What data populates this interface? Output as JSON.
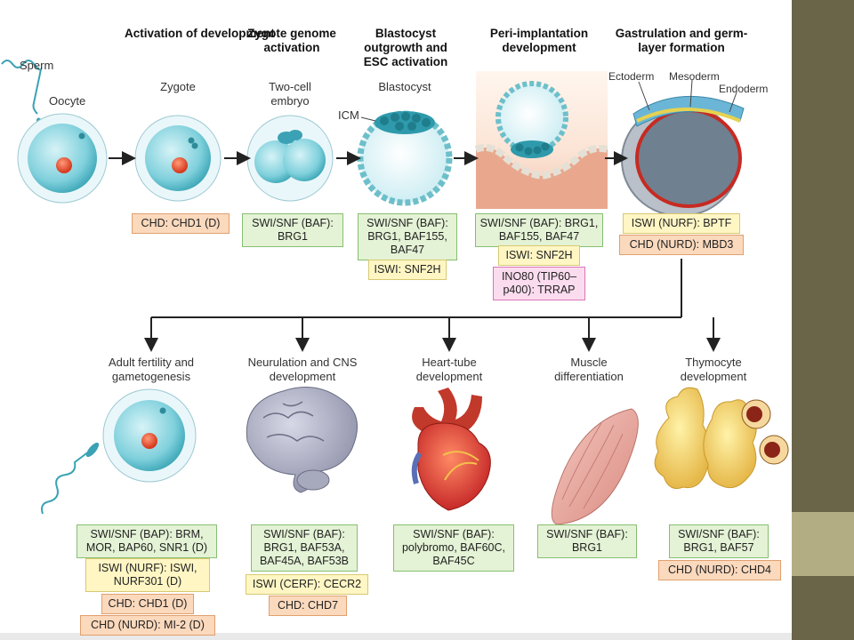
{
  "stages": [
    {
      "title": "Activation of development",
      "label": "Zygote"
    },
    {
      "title": "Zygote genome activation",
      "label": "Two-cell embryo"
    },
    {
      "title": "Blastocyst outgrowth and ESC activation",
      "label": "Blastocyst",
      "sub_label": "ICM"
    },
    {
      "title": "Peri-implantation development"
    },
    {
      "title": "Gastrulation and germ-layer formation",
      "layers": [
        "Ectoderm",
        "Mesoderm",
        "Endoderm"
      ]
    }
  ],
  "start_labels": {
    "sperm": "Sperm",
    "oocyte": "Oocyte"
  },
  "top_boxes": {
    "zygote": [
      "CHD: CHD1 (D)"
    ],
    "two_cell": [
      "SWI/SNF (BAF): BRG1"
    ],
    "blastocyst": [
      "SWI/SNF (BAF): BRG1, BAF155, BAF47",
      "ISWI: SNF2H"
    ],
    "peri": [
      "SWI/SNF (BAF): BRG1, BAF155, BAF47",
      "ISWI: SNF2H",
      "INO80 (TIP60–p400): TRRAP"
    ],
    "gastrulation": [
      "ISWI (NURF): BPTF",
      "CHD (NURD): MBD3"
    ]
  },
  "branches": [
    {
      "title": "Adult fertility and gametogenesis",
      "boxes": [
        "SWI/SNF (BAP): BRM, MOR, BAP60, SNR1 (D)",
        "ISWI (NURF): ISWI, NURF301 (D)",
        "CHD: CHD1 (D)",
        "CHD (NURD): MI-2 (D)"
      ]
    },
    {
      "title": "Neurulation and CNS development",
      "boxes": [
        "SWI/SNF (BAF): BRG1, BAF53A, BAF45A, BAF53B",
        "ISWI (CERF): CECR2",
        "CHD: CHD7"
      ]
    },
    {
      "title": "Heart-tube development",
      "boxes": [
        "SWI/SNF (BAF): polybromo, BAF60C, BAF45C"
      ]
    },
    {
      "title": "Muscle differentiation",
      "boxes": [
        "SWI/SNF (BAF): BRG1"
      ]
    },
    {
      "title": "Thymocyte development",
      "boxes": [
        "SWI/SNF (BAF): BRG1, BAF57",
        "CHD (NURD): CHD4"
      ]
    }
  ],
  "colors": {
    "swi_snf": "#e4f2d5",
    "iswi": "#fff6c4",
    "chd": "#fbd9bd",
    "ino80": "#fbdcef",
    "cell": "#7fd0dc",
    "nucleus": "#e84a2e"
  }
}
